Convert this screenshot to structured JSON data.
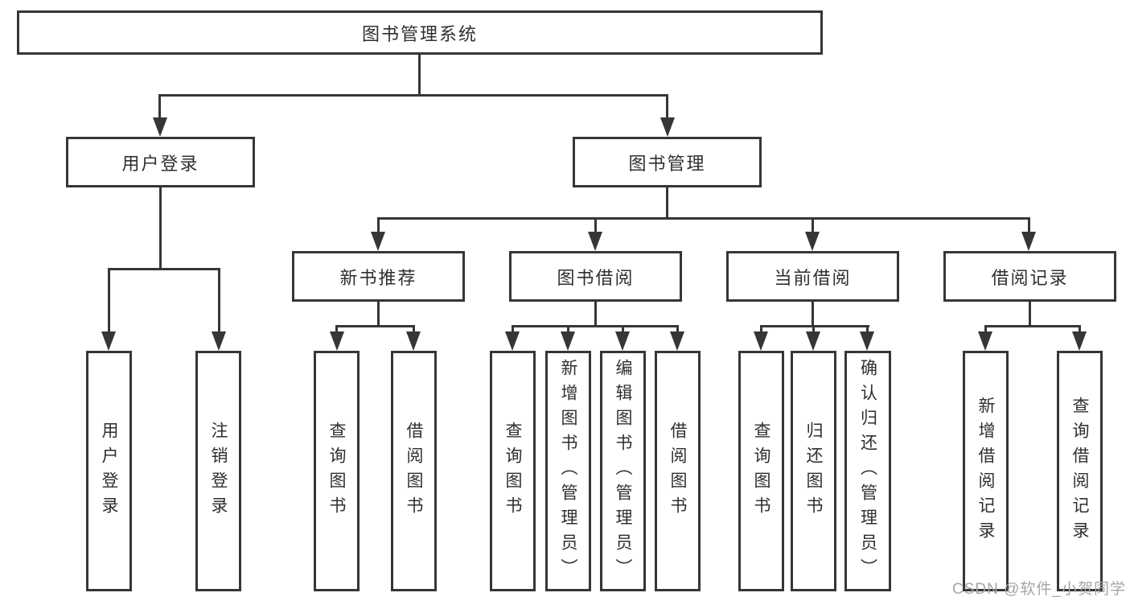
{
  "tree": {
    "root": {
      "label": "图书管理系统"
    },
    "branches": [
      {
        "label": "用户登录",
        "leaves": [
          "用户登录",
          "注销登录"
        ]
      },
      {
        "label": "图书管理",
        "groups": [
          {
            "label": "新书推荐",
            "leaves": [
              "查询图书",
              "借阅图书"
            ]
          },
          {
            "label": "图书借阅",
            "leaves": [
              "查询图书",
              "新增图书（管理员）",
              "编辑图书（管理员）",
              "借阅图书"
            ]
          },
          {
            "label": "当前借阅",
            "leaves": [
              "查询图书",
              "归还图书",
              "确认归还（管理员）"
            ]
          },
          {
            "label": "借阅记录",
            "leaves": [
              "新增借阅记录",
              "查询借阅记录"
            ]
          }
        ]
      }
    ]
  },
  "watermark": {
    "text": "CSDN @软件_小贺同学"
  },
  "colors": {
    "line": "#363636",
    "text": "#2f2f2f",
    "watermark": "#a5a5a5",
    "background": "#ffffff"
  }
}
